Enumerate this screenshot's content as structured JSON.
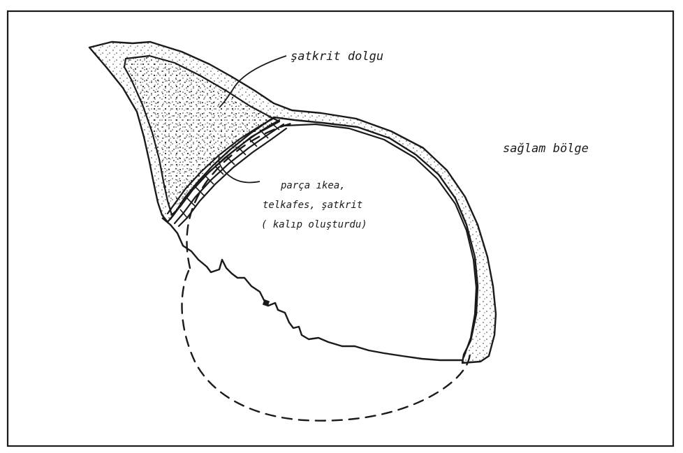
{
  "labels": {
    "shotcrete_fill": "şatkrit dolgu",
    "solid_zone": "sağlam bölge",
    "formwork_line1": "parça ıkea,",
    "formwork_line2": "telkafes, şatkrit",
    "formwork_line3": "( kalıp oluşturdu)"
  },
  "colors": {
    "ink": "#1a1a1a",
    "background": "#ffffff"
  }
}
